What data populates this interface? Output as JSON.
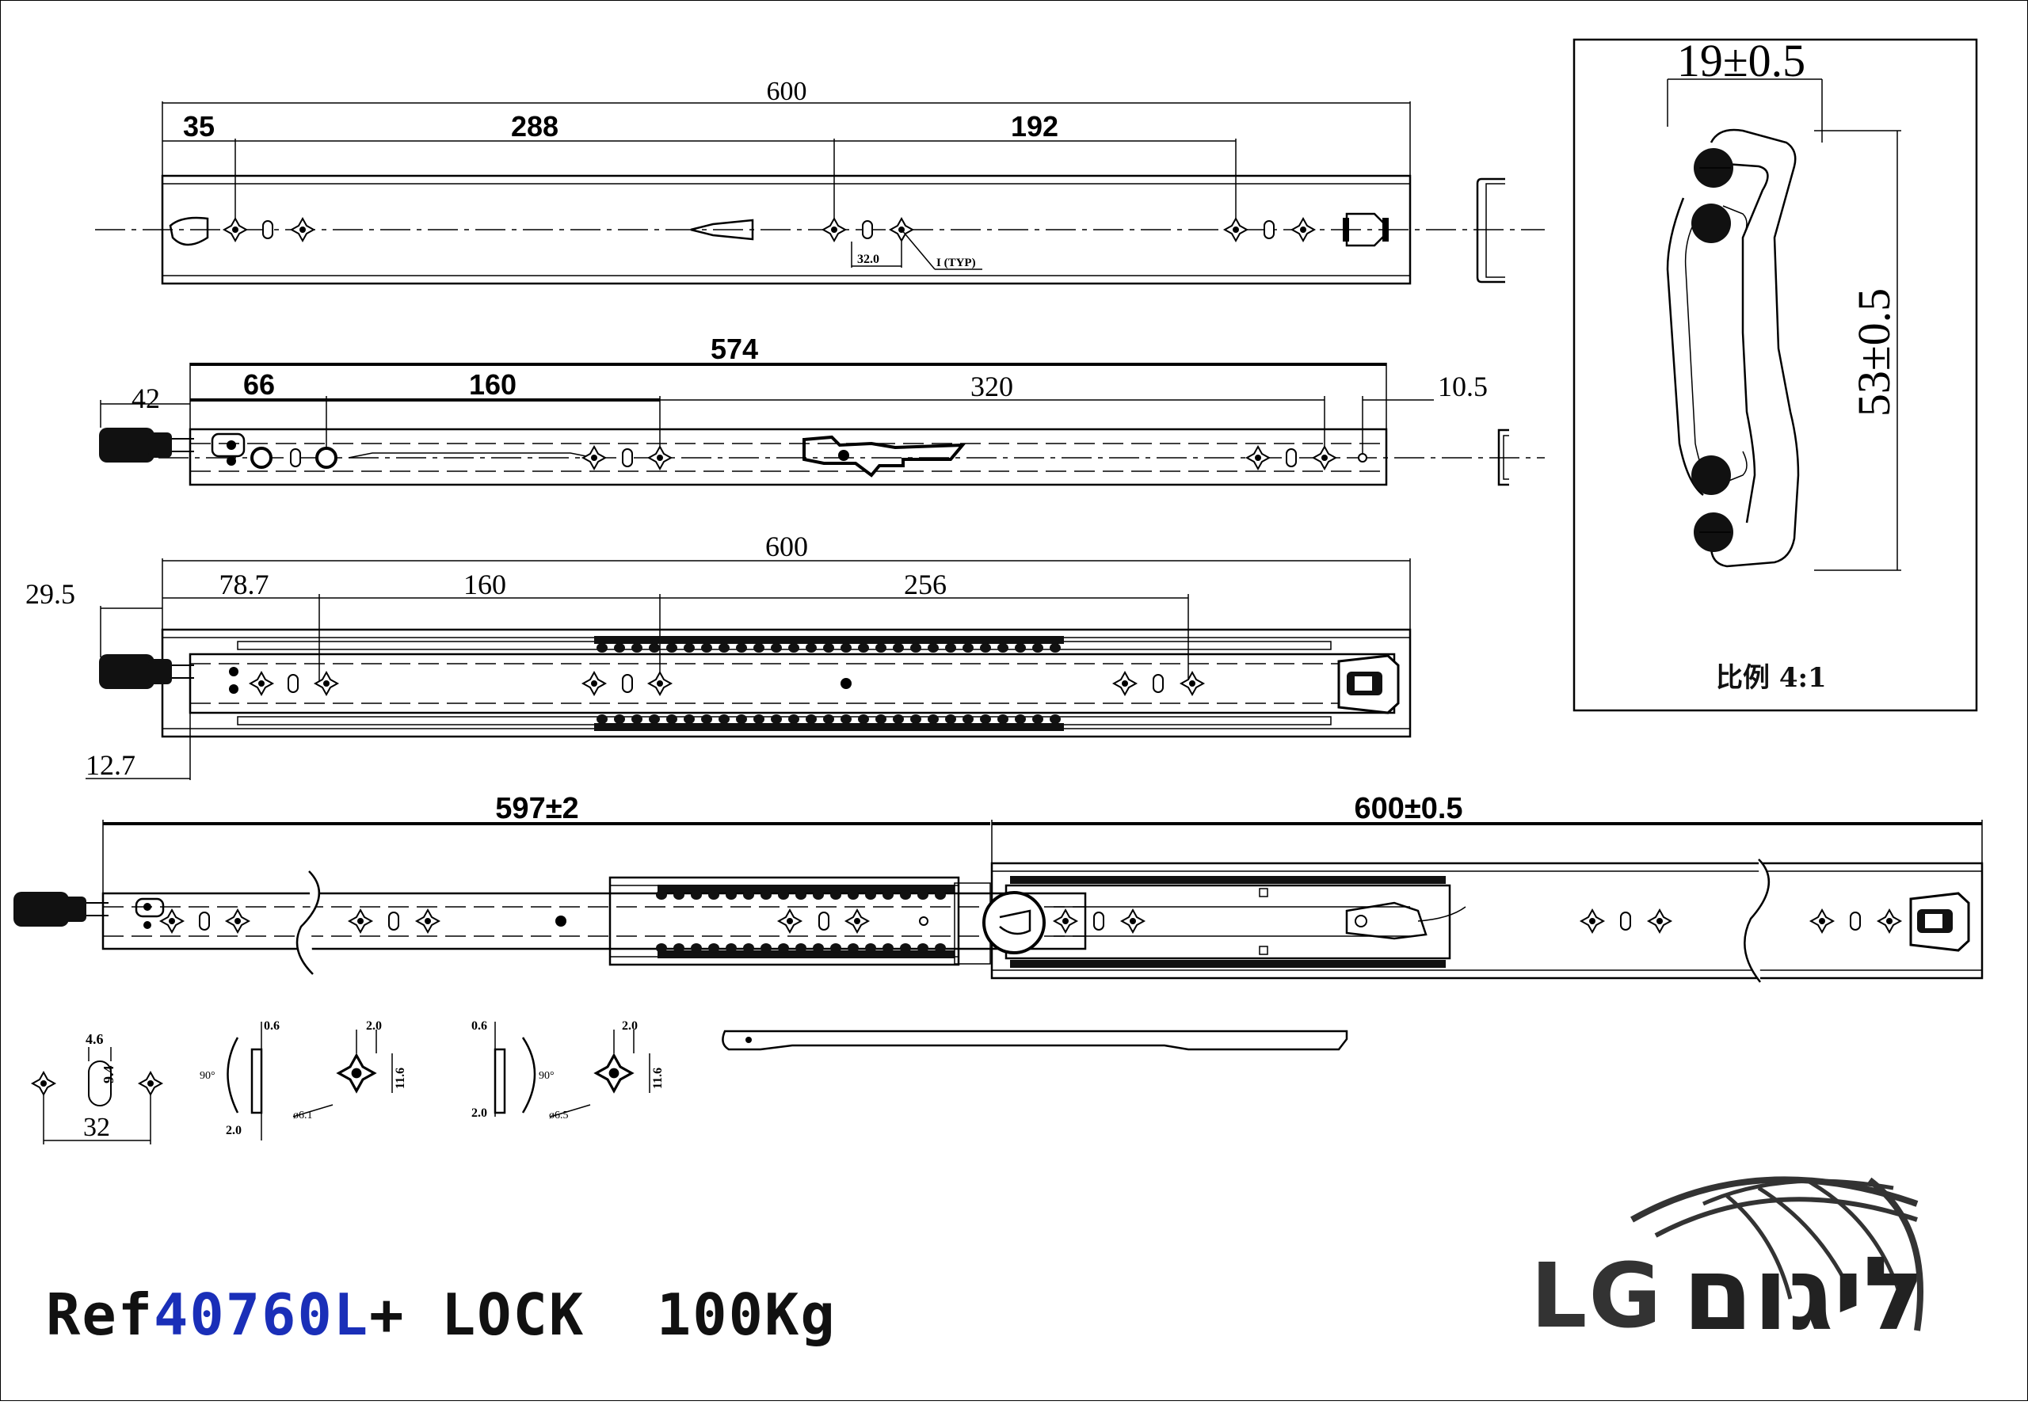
{
  "title": {
    "prefix": "Ref",
    "model": "40760L",
    "suffix": "+ LOCK  100Kg",
    "accent_color": "#1a2fb8"
  },
  "logo": {
    "latin": "LG",
    "hebrew": "ליגום"
  },
  "views": {
    "outer_member": {
      "overall": "600",
      "dims": [
        "35",
        "288",
        "192"
      ],
      "hole_pitch": "32.0",
      "typ_note": "I (TYP)"
    },
    "inner_member": {
      "overall": "574",
      "dims": [
        "66",
        "160",
        "320"
      ],
      "offset_left": "42",
      "offset_right": "10.5"
    },
    "assembled": {
      "overall": "600",
      "dims": [
        "78.7",
        "160",
        "256"
      ],
      "offset_top": "29.5",
      "offset_bottom": "12.7"
    },
    "extended": {
      "extension": "597±2",
      "length": "600±0.5"
    }
  },
  "section_detail": {
    "width": "19±0.5",
    "height": "53±0.5",
    "scale": "比例 4:1"
  },
  "hole_details": {
    "slot_w": "4.6",
    "slot_h": "9.4",
    "pitch": "32",
    "det1": {
      "t1": "0.6",
      "t2": "2.0",
      "angle": "90°",
      "size": "2.0",
      "h": "11.6",
      "dia": "ø6.1"
    },
    "det2": {
      "t1": "0.6",
      "t2": "2.0",
      "angle": "90°",
      "size": "2.0",
      "h": "11.6",
      "dia": "ø6.5"
    }
  }
}
